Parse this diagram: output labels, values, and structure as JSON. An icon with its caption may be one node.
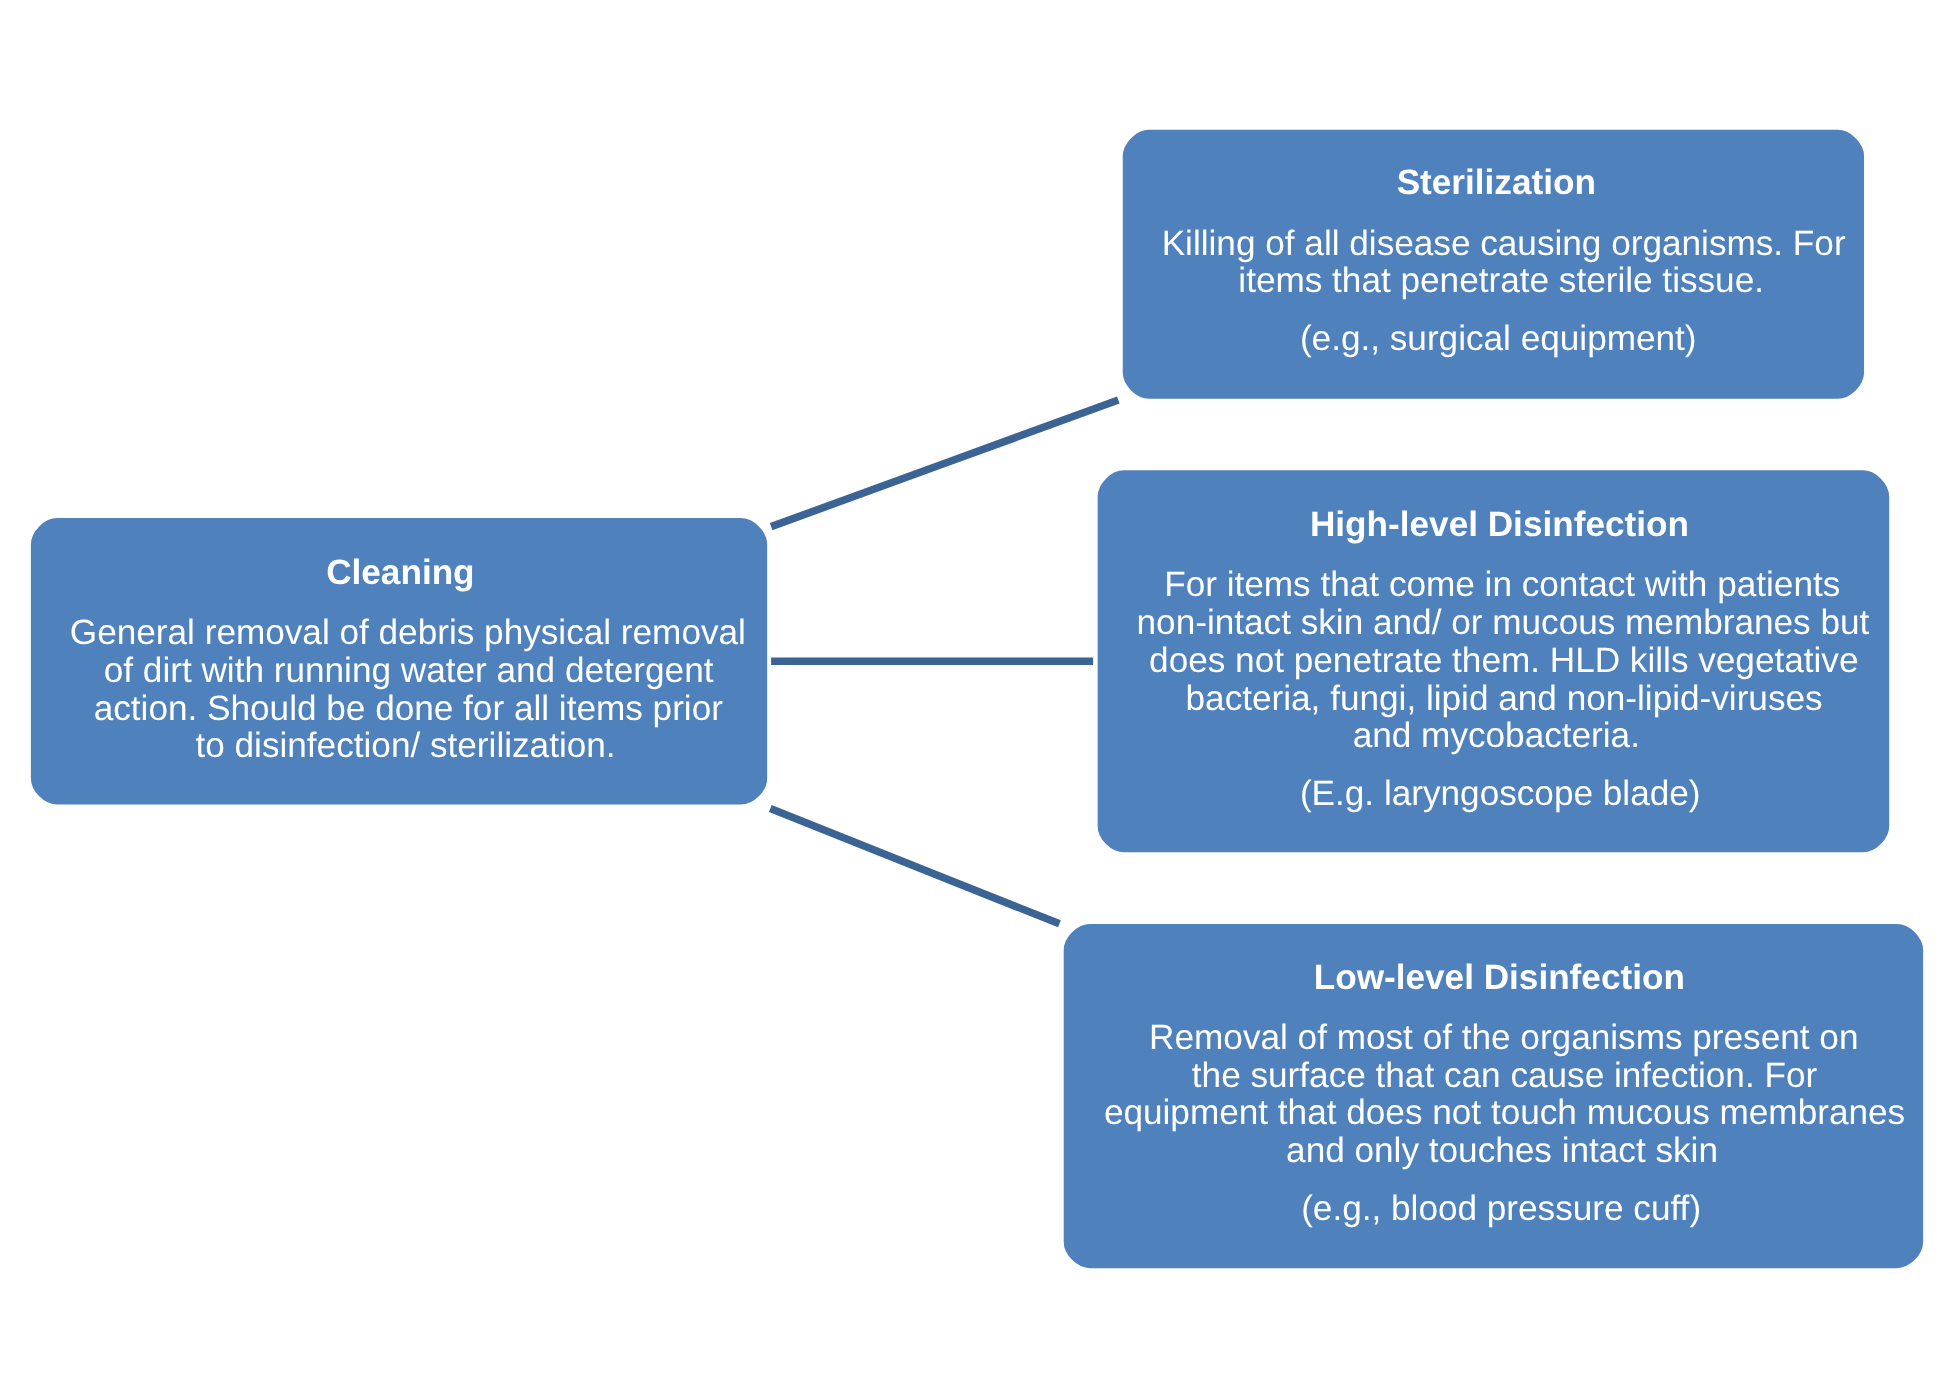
{
  "diagram": {
    "nodes": [
      {
        "text": [
          "Cleaning",
          "General removal of debris physical removal of dirt with running water and detergent action. Should be done for all items prior to disinfection/ sterilization."
        ]
      },
      {
        "text": [
          "Sterilization",
          "Killing of all disease causing organisms. For items that penetrate sterile tissue.",
          "(e.g., surgical equipment)"
        ]
      },
      {
        "text": [
          "High-level Disinfection",
          "For items that come in contact with patients non-intact skin and/ or mucous membranes but does not penetrate them. HLD kills vegetative bacteria, fungi, lipid and non-lipid-viruses and mycobacteria.",
          "(E.g. laryngoscope blade)"
        ]
      },
      {
        "text": [
          "Low-level Disinfection",
          "Removal of most of the organisms present on the surface that can cause infection. For equipment that does not touch mucous membranes and only touches intact skin",
          "(e.g., blood pressure cuff)"
        ]
      }
    ],
    "edges": [
      {
        "from": 0,
        "to": 1,
        "arrow": "none"
      },
      {
        "from": 0,
        "to": 2,
        "arrow": "none"
      },
      {
        "from": 0,
        "to": 3,
        "arrow": "none"
      }
    ]
  }
}
